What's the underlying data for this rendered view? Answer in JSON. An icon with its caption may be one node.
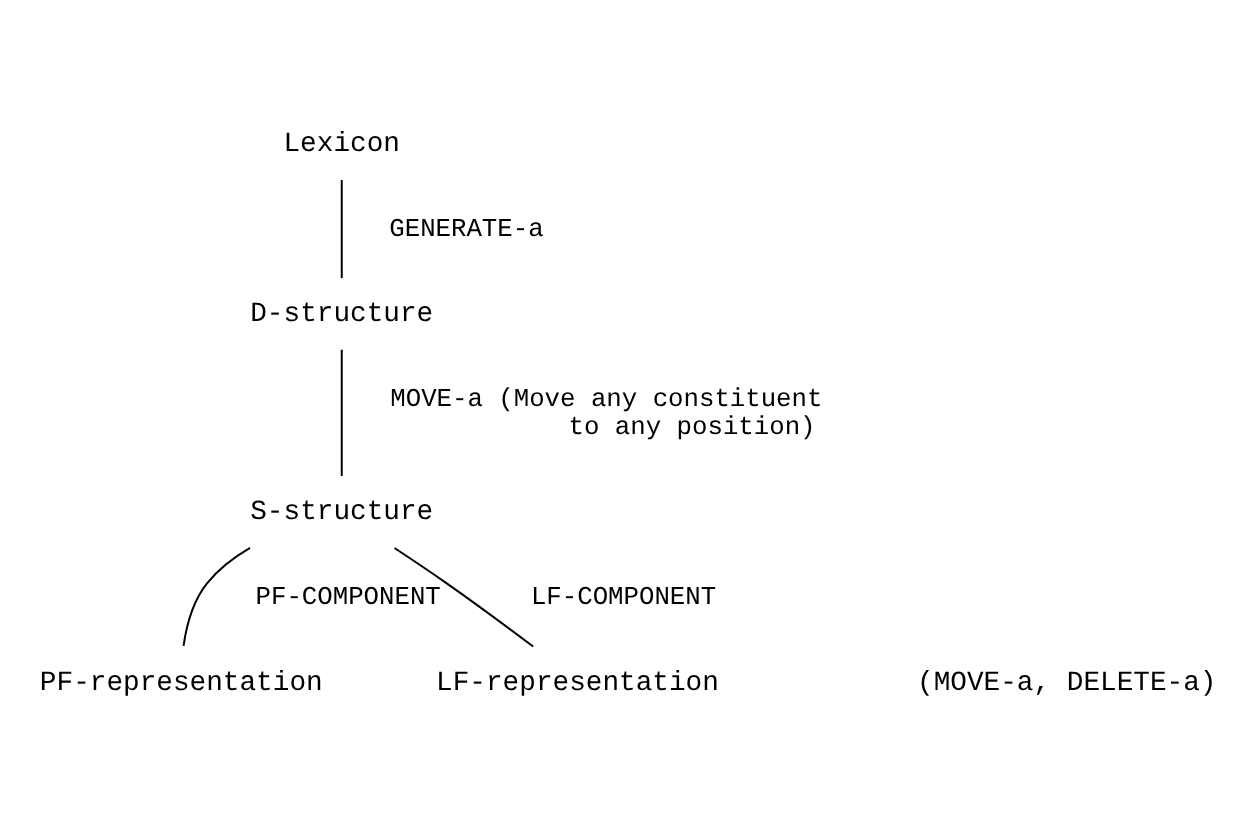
{
  "diagram": {
    "nodes": [
      {
        "text": [
          "Lexicon"
        ]
      },
      {
        "text": [
          "D-structure"
        ]
      },
      {
        "text": [
          "S-structure"
        ]
      },
      {
        "text": [
          "PF-representation"
        ]
      },
      {
        "text": [
          "LF-representation"
        ]
      }
    ],
    "edges": [
      {
        "from": 0,
        "to": 1,
        "arrow": "none",
        "label": "GENERATE-a"
      },
      {
        "from": 1,
        "to": 2,
        "arrow": "none",
        "label": "MOVE-a (Move any constituent to any position)"
      },
      {
        "from": 2,
        "to": 3,
        "arrow": "none",
        "label": "PF-COMPONENT"
      },
      {
        "from": 2,
        "to": 4,
        "arrow": "none",
        "label": "LF-COMPONENT"
      }
    ],
    "labels": [
      "(MOVE-a, DELETE-a)"
    ]
  }
}
